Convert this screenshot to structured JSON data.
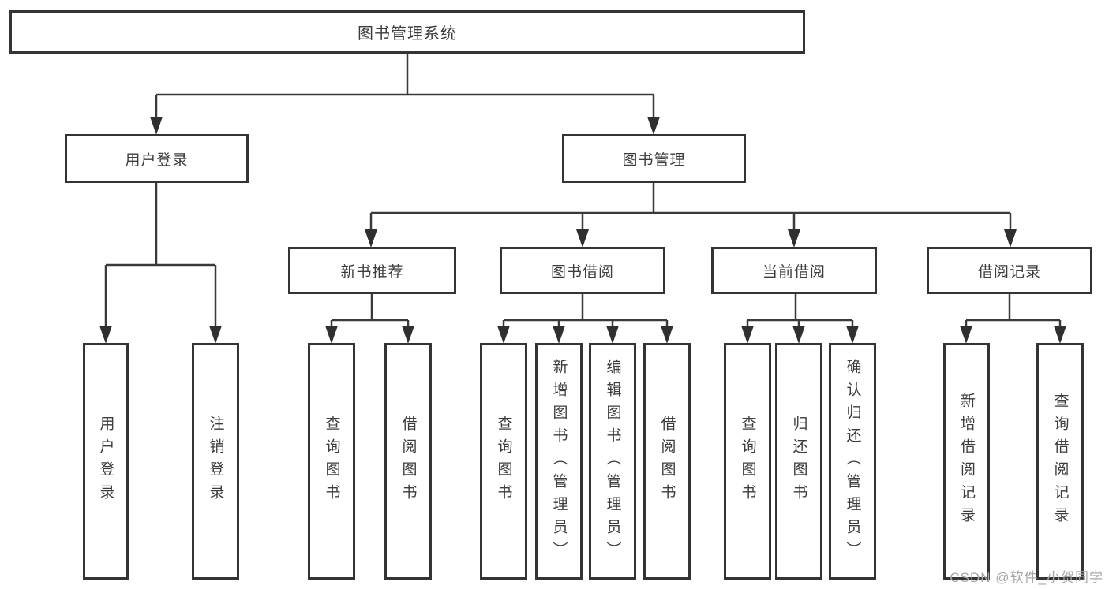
{
  "tree": {
    "root": {
      "label": "图书管理系统"
    },
    "branches": [
      {
        "label": "用户登录",
        "leaves": [
          {
            "label": "用户登录"
          },
          {
            "label": "注销登录"
          }
        ]
      },
      {
        "label": "图书管理",
        "groups": [
          {
            "label": "新书推荐",
            "leaves": [
              {
                "label": "查询图书"
              },
              {
                "label": "借阅图书"
              }
            ]
          },
          {
            "label": "图书借阅",
            "leaves": [
              {
                "label": "查询图书"
              },
              {
                "label": "新增图书（管理员）"
              },
              {
                "label": "编辑图书（管理员）"
              },
              {
                "label": "借阅图书"
              }
            ]
          },
          {
            "label": "当前借阅",
            "leaves": [
              {
                "label": "查询图书"
              },
              {
                "label": "归还图书"
              },
              {
                "label": "确认归还（管理员）"
              }
            ]
          },
          {
            "label": "借阅记录",
            "leaves": [
              {
                "label": "新增借阅记录"
              },
              {
                "label": "查询借阅记录"
              }
            ]
          }
        ]
      }
    ]
  },
  "watermark": {
    "text": "CSDN @软件_小贺同学"
  },
  "colors": {
    "line": "#3a3a3a",
    "border": "#343434",
    "arrow": "#2f2f2f",
    "text": "#3c3c3c",
    "watermark": "#a7a7a7",
    "background": "#ffffff"
  }
}
